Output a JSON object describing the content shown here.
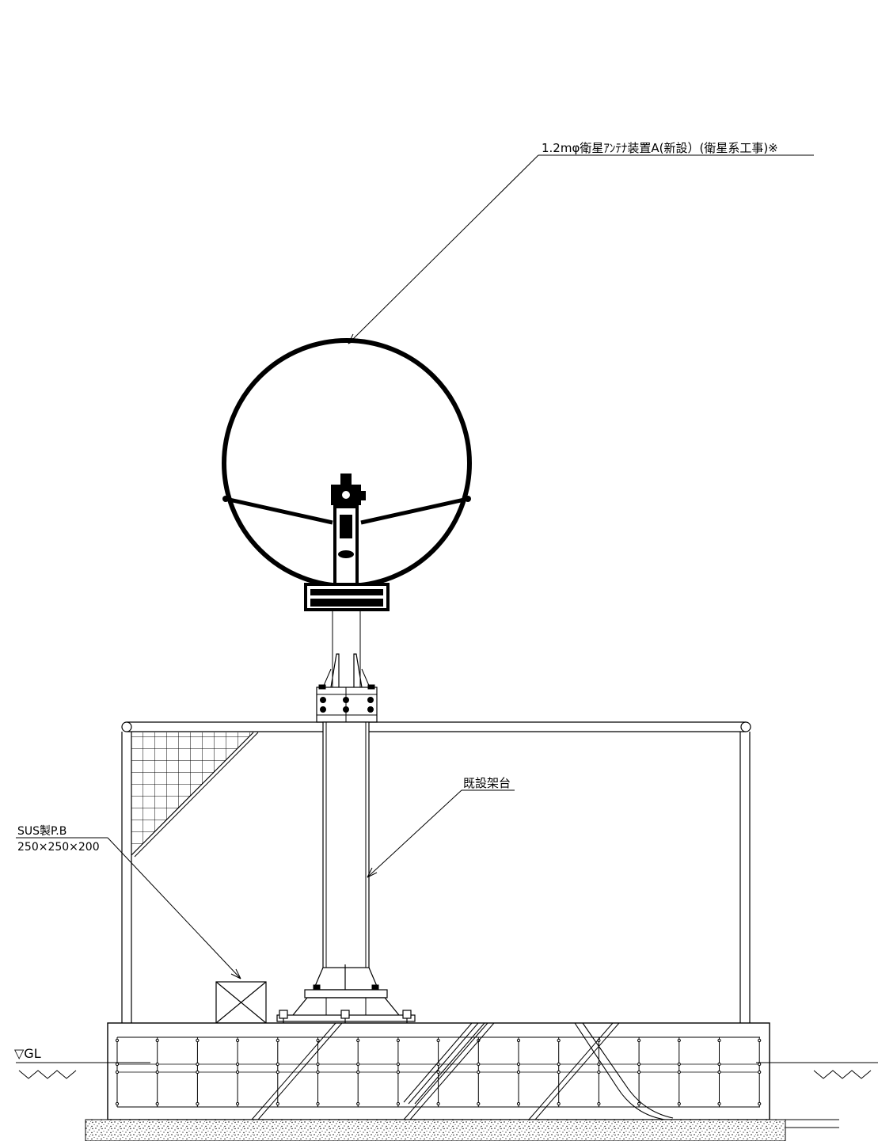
{
  "labels": {
    "antenna": "1.2mφ衛星ｱﾝﾃﾅ装置A(新設）(衛星系工事)※",
    "frame": "既設架台",
    "pullbox_line1": "SUS製P.B",
    "pullbox_line2": "250×250×200",
    "ground": "▽GL"
  }
}
